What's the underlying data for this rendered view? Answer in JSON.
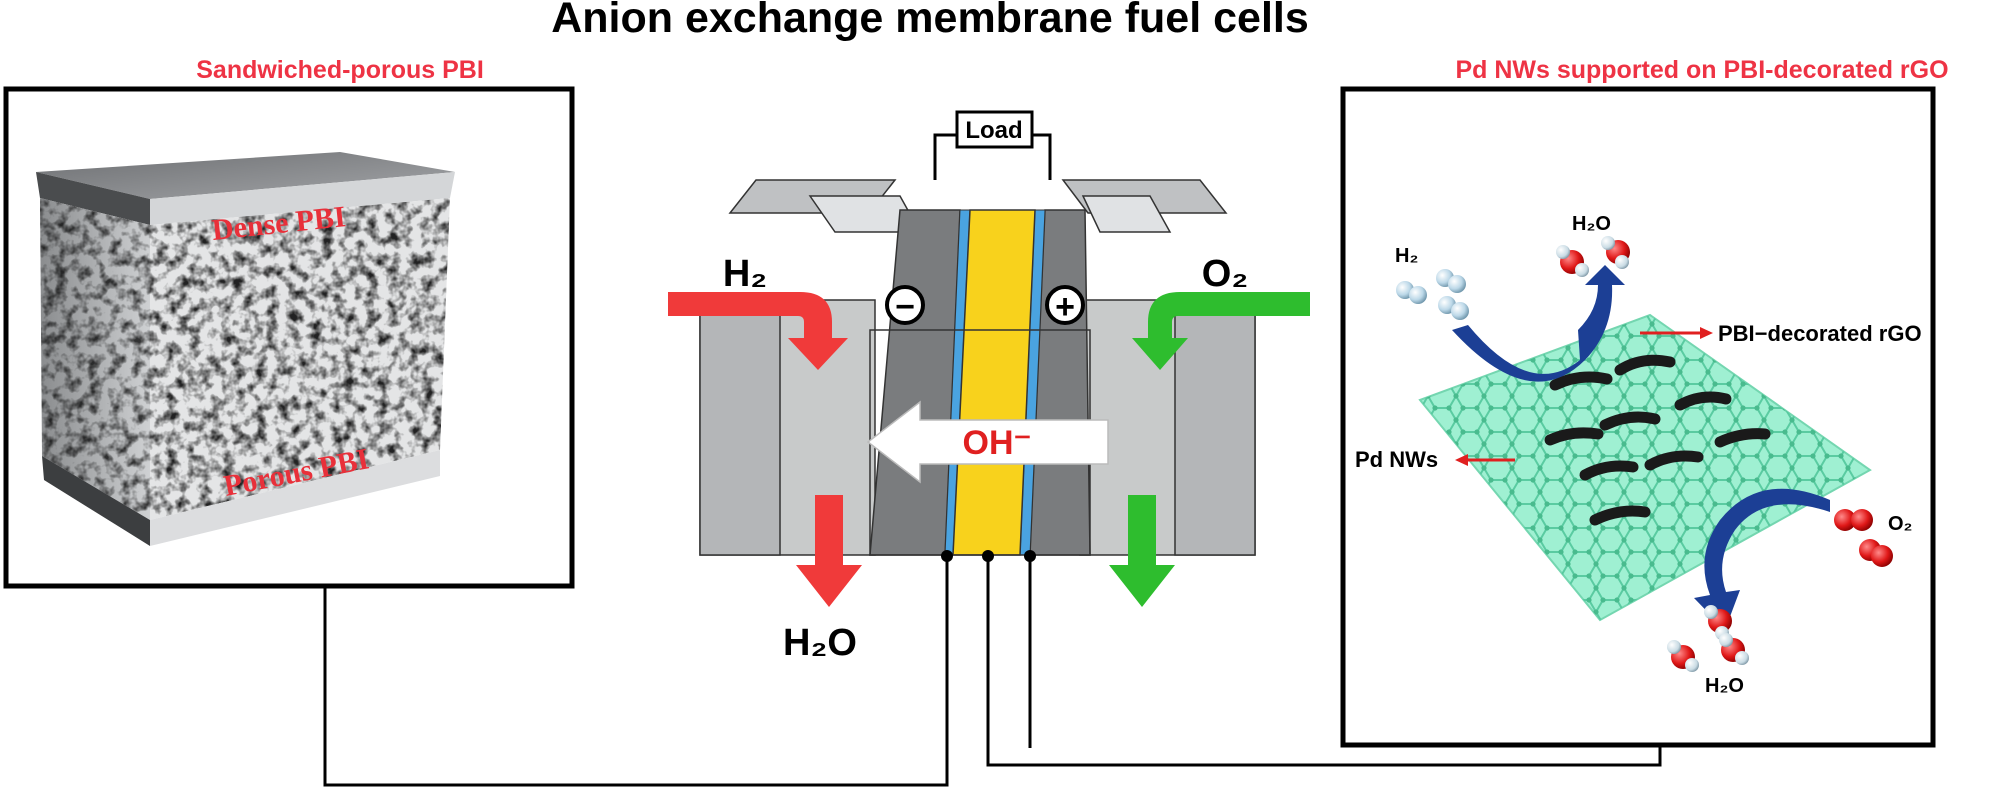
{
  "title": "Anion exchange membrane fuel cells",
  "left_panel": {
    "title": "Sandwiched-porous PBI",
    "dense_label": "Dense PBI",
    "porous_label": "Porous PBI"
  },
  "fuel_cell": {
    "load_label": "Load",
    "anode_gas": "H₂",
    "cathode_gas": "O₂",
    "anode_sign": "−",
    "cathode_sign": "+",
    "ion_label": "OH⁻",
    "product": "H₂O"
  },
  "right_panel": {
    "title": "Pd NWs supported on PBI-decorated rGO",
    "h2_label": "H₂",
    "h2o_top_label": "H₂O",
    "support_label": "PBI−decorated rGO",
    "nw_label": "Pd NWs",
    "o2_label": "O₂",
    "h2o_bottom_label": "H₂O"
  },
  "colors": {
    "title_accent": "#ee3344",
    "arrow_red": "#f03a3a",
    "arrow_green": "#2ebd2e",
    "membrane_yellow": "#f8d21c",
    "electrode_blue": "#4aa3e0",
    "graphene": "#8fe8c8",
    "flow_blue": "#1c3f95"
  }
}
